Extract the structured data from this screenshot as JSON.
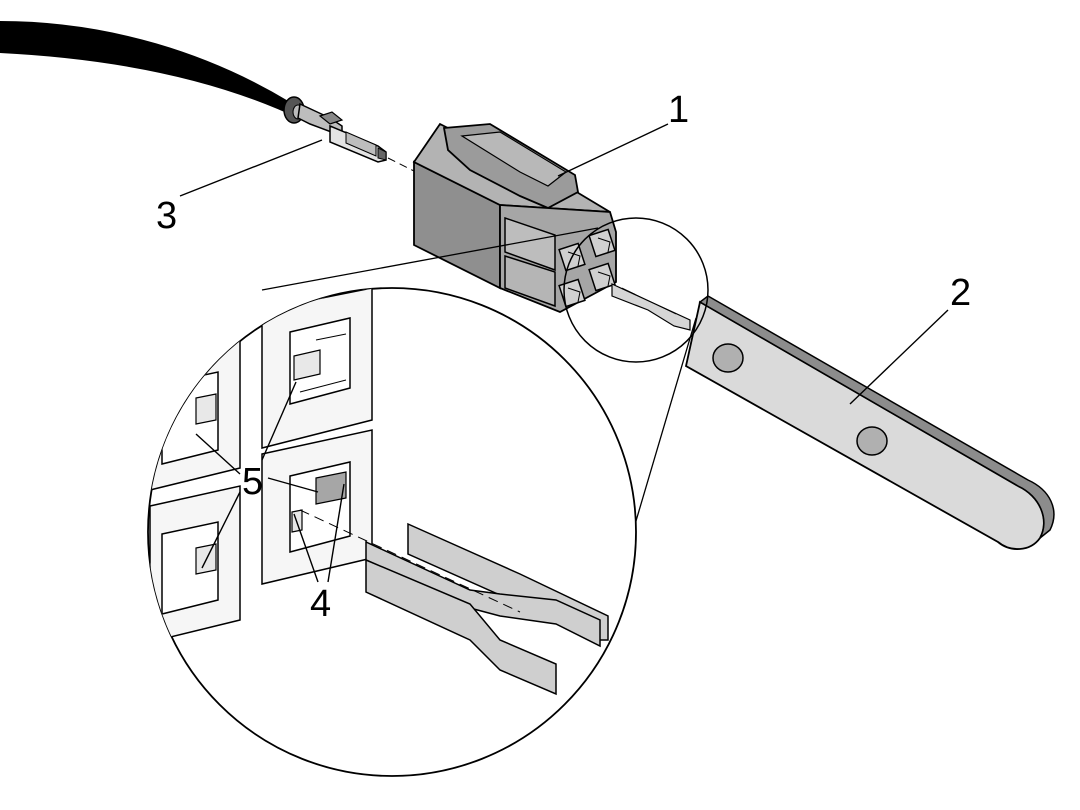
{
  "figure": {
    "colors": {
      "background": "#ffffff",
      "outline": "#000000",
      "connector_fill": "#a6a6a6",
      "connector_light": "#c8c8c8",
      "tool_fill": "#d9d9d9",
      "tool_dark": "#8c8c8c",
      "cable": "#000000"
    },
    "callouts": {
      "connector": "1",
      "extraction_tool": "2",
      "terminal": "3",
      "locking_tabs": "4",
      "terminal_openings": "5"
    },
    "components": [
      {
        "part": "connector-housing",
        "icon": "4-pin-connector"
      },
      {
        "part": "extraction-tool",
        "icon": "flat-pin-tool"
      },
      {
        "part": "cable-with-terminal",
        "icon": "crimp-terminal"
      }
    ]
  }
}
